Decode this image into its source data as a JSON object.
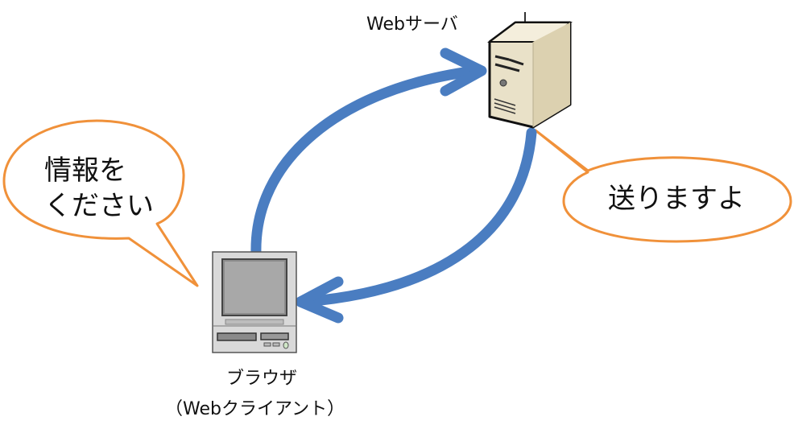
{
  "server": {
    "label": "Webサーバ",
    "icon": "server-tower-icon"
  },
  "client": {
    "label": "ブラウザ",
    "sublabel": "（Webクライアント）",
    "icon": "desktop-computer-icon"
  },
  "bubbles": {
    "request": {
      "line1": "情報を",
      "line2": "ください"
    },
    "response": {
      "text": "送りますよ"
    }
  },
  "arrows": {
    "request": {
      "from": "client",
      "to": "server"
    },
    "response": {
      "from": "server",
      "to": "client"
    }
  },
  "colors": {
    "arrow": "#4A7DC1",
    "bubble_border": "#F0913A",
    "server_body": "#E9E1C8"
  }
}
